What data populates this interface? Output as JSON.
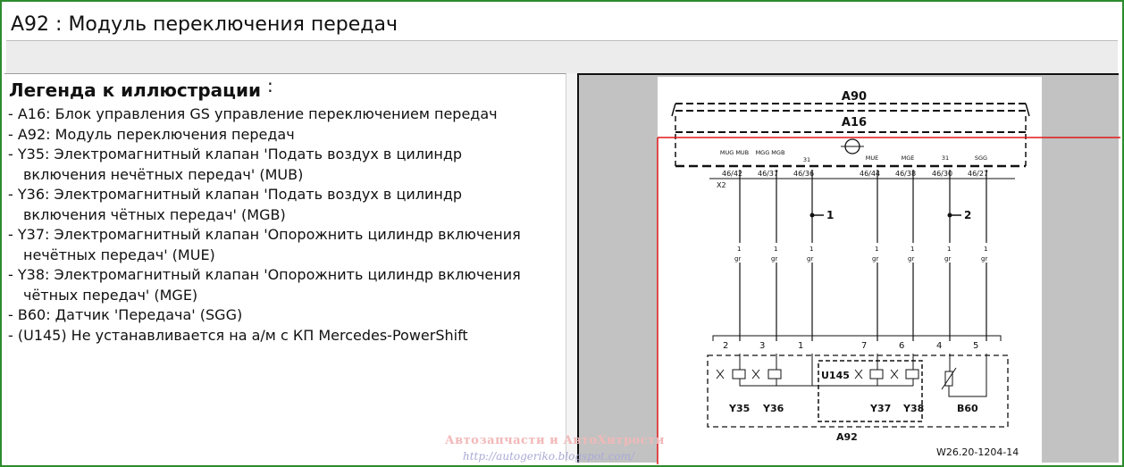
{
  "title": "A92 : Модуль переключения передач",
  "legend": {
    "heading": "Легенда к иллюстрации",
    "heading_suffix": ":",
    "items": [
      {
        "line1": "- A16: Блок управления GS управление переключением передач"
      },
      {
        "line1": "- A92: Модуль переключения передач"
      },
      {
        "line1": "- Y35: Электромагнитный клапан 'Подать воздух в цилиндр",
        "line2": "включения нечётных передач' (MUB)"
      },
      {
        "line1": "- Y36: Электромагнитный клапан 'Подать воздух в цилиндр",
        "line2": "включения чётных передач' (MGB)"
      },
      {
        "line1": "- Y37: Электромагнитный клапан 'Опорожнить цилиндр включения",
        "line2": "нечётных передач' (MUE)"
      },
      {
        "line1": "- Y38: Электромагнитный клапан 'Опорожнить цилиндр включения",
        "line2": "чётных передач' (MGE)"
      },
      {
        "line1": "- B60: Датчик 'Передача' (SGG)"
      },
      {
        "line1": "- (U145) Не устанавливается на а/м с КП Mercedes-PowerShift"
      }
    ]
  },
  "diagram": {
    "top_box_labels": [
      "A90",
      "A16"
    ],
    "connector_label": "X2",
    "signals": [
      "MUG MUB",
      "MGG MGB",
      "31",
      "MUE",
      "MGE",
      "31",
      "SGG"
    ],
    "pins": [
      "46/42",
      "46/37",
      "46/36",
      "46/44",
      "46/38",
      "46/30",
      "46/27"
    ],
    "wire_number": "1",
    "wire_color": "gr",
    "ground_refs": [
      "1",
      "2"
    ],
    "module_pins": [
      "2",
      "3",
      "1",
      "7",
      "6",
      "4",
      "5"
    ],
    "components": [
      "Y35",
      "Y36",
      "Y37",
      "Y38",
      "B60",
      "U145"
    ],
    "module_label": "A92",
    "figure_code": "W26.20-1204-14"
  },
  "watermark": {
    "text": "Автозапчасти и АвтоХитрости",
    "url": "http://autogeriko.blogspot.com/"
  }
}
